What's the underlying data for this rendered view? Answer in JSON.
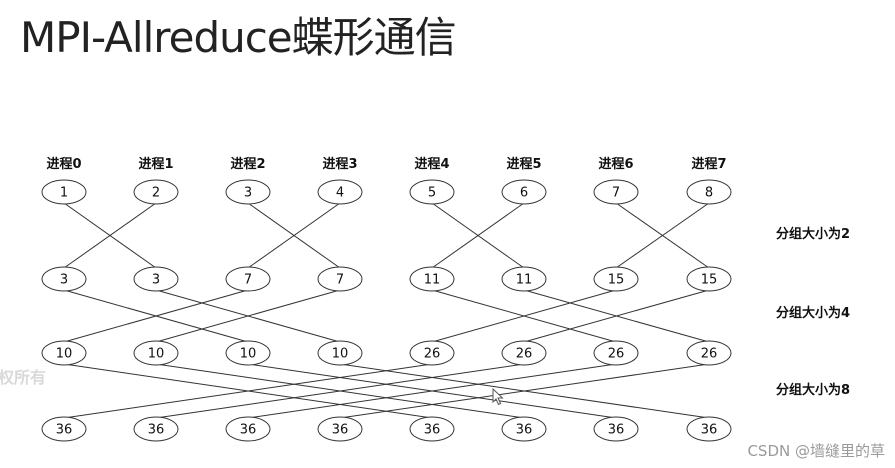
{
  "title": "MPI-Allreduce蝶形通信",
  "process_labels": [
    "进程0",
    "进程1",
    "进程2",
    "进程3",
    "进程4",
    "进程5",
    "进程6",
    "进程7"
  ],
  "stage_labels": [
    "分组大小为2",
    "分组大小为4",
    "分组大小为8"
  ],
  "levels": [
    [
      "1",
      "2",
      "3",
      "4",
      "5",
      "6",
      "7",
      "8"
    ],
    [
      "3",
      "3",
      "7",
      "7",
      "11",
      "11",
      "15",
      "15"
    ],
    [
      "10",
      "10",
      "10",
      "10",
      "26",
      "26",
      "26",
      "26"
    ],
    [
      "36",
      "36",
      "36",
      "36",
      "36",
      "36",
      "36",
      "36"
    ]
  ],
  "cross_edges": [
    [
      [
        0,
        1
      ],
      [
        1,
        0
      ],
      [
        2,
        3
      ],
      [
        3,
        2
      ],
      [
        4,
        5
      ],
      [
        5,
        4
      ],
      [
        6,
        7
      ],
      [
        7,
        6
      ]
    ],
    [
      [
        0,
        2
      ],
      [
        2,
        0
      ],
      [
        1,
        3
      ],
      [
        3,
        1
      ],
      [
        4,
        6
      ],
      [
        6,
        4
      ],
      [
        5,
        7
      ],
      [
        7,
        5
      ]
    ],
    [
      [
        0,
        4
      ],
      [
        4,
        0
      ],
      [
        1,
        5
      ],
      [
        5,
        1
      ],
      [
        2,
        6
      ],
      [
        6,
        2
      ],
      [
        3,
        7
      ],
      [
        7,
        3
      ]
    ]
  ],
  "watermark_left": "权所有",
  "csdn_watermark": "CSDN @墙缝里的草",
  "cursor_icon": "mouse-pointer-icon",
  "colors": {
    "line": "#333333",
    "text": "#111111",
    "title": "#222222"
  }
}
